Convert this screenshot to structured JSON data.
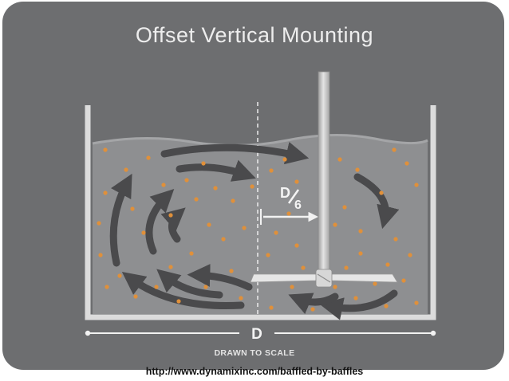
{
  "title": "Offset Vertical Mounting",
  "offset_label": {
    "numerator": "D",
    "denominator": "6"
  },
  "diameter_label": "D",
  "scale_note": "DRAWN TO SCALE",
  "source_url": "http://www.dynamixinc.com/baffled-by-baffles",
  "colors": {
    "background": "#6d6e70",
    "tank_wall": "#dcdcdc",
    "fluid": "#8e8f91",
    "shaft": "#c9c9c9",
    "flow_arrow": "#4a4a4c",
    "particle": "#e0903a",
    "text": "#ededed"
  },
  "icons": [
    "flow-arrow-icon",
    "impeller-icon"
  ]
}
